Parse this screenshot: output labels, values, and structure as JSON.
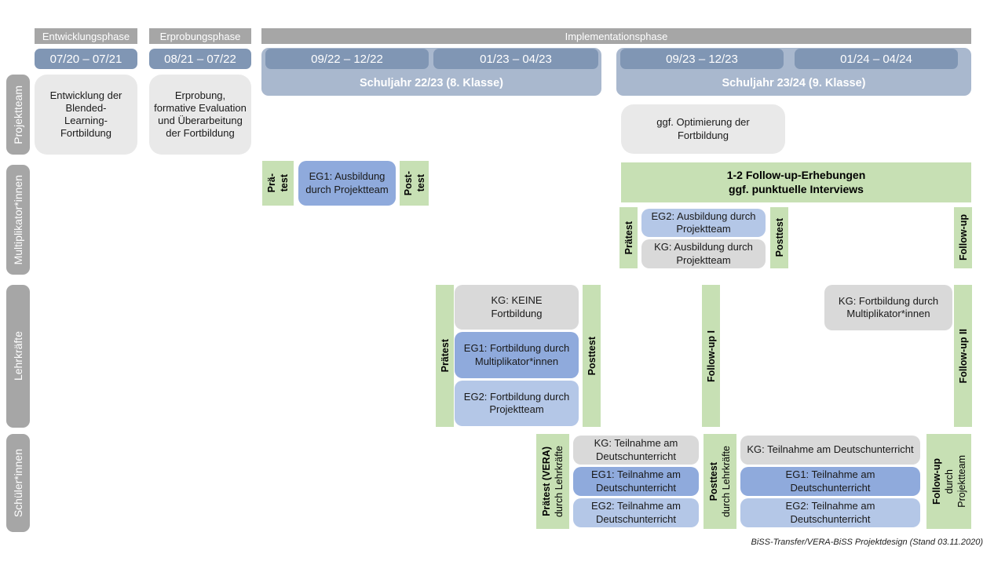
{
  "colors": {
    "phase_gray": "#a6a6a6",
    "period_blue": "#8096b4",
    "school_year_blue": "#a9b8ce",
    "projektteam_box_gray": "#e9e9e9",
    "kg_gray": "#d9d9d9",
    "eg1_blue": "#8faadc",
    "eg2_light_blue": "#b4c7e7",
    "test_green": "#c7e0b4"
  },
  "header": {
    "phases": {
      "entwicklung": "Entwicklungsphase",
      "erprobung": "Erprobungsphase",
      "implementation": "Implementationsphase"
    },
    "periods": [
      "07/20 – 07/21",
      "08/21 – 07/22",
      "09/22 – 12/22",
      "01/23 – 04/23",
      "09/23 – 12/23",
      "01/24 – 04/24"
    ],
    "school_years": [
      "Schuljahr 22/23 (8. Klasse)",
      "Schuljahr 23/24 (9. Klasse)"
    ]
  },
  "row_labels": {
    "projektteam": "Projektteam",
    "multiplikatoren": "Multiplikator*innen",
    "lehrkraefte": "Lehrkräfte",
    "schueler": "Schüler*innen"
  },
  "projektteam": {
    "entwicklung": "Entwicklung der Blended-Learning-Fortbildung",
    "erprobung": "Erprobung, formative Evaluation und Überarbeitung der Fortbildung",
    "optimierung": "ggf. Optimierung der Fortbildung"
  },
  "multiplikatoren": {
    "praetest1": {
      "l1": "Prä-",
      "l2": "test"
    },
    "eg1": "EG1: Ausbildung durch Projektteam",
    "posttest1": {
      "l1": "Post-",
      "l2": "test"
    },
    "followup_box": {
      "line1": "1-2 Follow-up-Erhebungen",
      "line2": "ggf. punktuelle Interviews"
    },
    "praetest2": "Prätest",
    "eg2": "EG2: Ausbildung durch Projektteam",
    "kg": "KG: Ausbildung durch Projektteam",
    "posttest2": "Posttest",
    "followup": "Follow-up"
  },
  "lehrkraefte": {
    "praetest": "Prätest",
    "kg": "KG: KEINE Fortbildung",
    "eg1": "EG1: Fortbildung durch Multiplikator*innen",
    "eg2": "EG2: Fortbildung durch Projektteam",
    "posttest": "Posttest",
    "followup1": "Follow-up I",
    "kg_followup": "KG: Fortbildung durch Multiplikator*innen",
    "followup2": "Follow-up II"
  },
  "schueler": {
    "praetest": {
      "main": "Prätest (VERA)",
      "sub": "durch Lehrkräfte"
    },
    "kg1": "KG: Teilnahme am Deutschunterricht",
    "eg1_1": "EG1: Teilnahme am Deutschunterricht",
    "eg2_1": "EG2: Teilnahme am Deutschunterricht",
    "posttest": {
      "main": "Posttest",
      "sub": "durch Lehrkräfte"
    },
    "kg2": "KG: Teilnahme am Deutschunterricht",
    "eg1_2": "EG1: Teilnahme am Deutschunterricht",
    "eg2_2": "EG2: Teilnahme am Deutschunterricht",
    "followup": {
      "main": "Follow-up",
      "sub1": "durch",
      "sub2": "Projektteam"
    }
  },
  "footer": "BiSS-Transfer/VERA-BiSS Projektdesign (Stand 03.11.2020)"
}
